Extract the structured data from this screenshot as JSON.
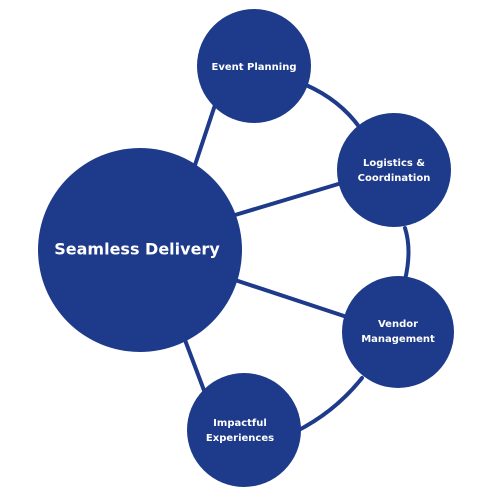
{
  "diagram": {
    "center": {
      "label": "Seamless Delivery"
    },
    "nodes": {
      "event_planning": {
        "lines": [
          "Event Planning"
        ]
      },
      "logistics": {
        "lines": [
          "Logistics &",
          "Coordination"
        ]
      },
      "vendor": {
        "lines": [
          "Vendor",
          "Management"
        ]
      },
      "impactful": {
        "lines": [
          "Impactful",
          "Experiences"
        ]
      }
    },
    "colors": {
      "node_fill": "#1e3a8a",
      "edge": "#1e3a8a",
      "text": "#ffffff",
      "background": "#ffffff"
    }
  }
}
